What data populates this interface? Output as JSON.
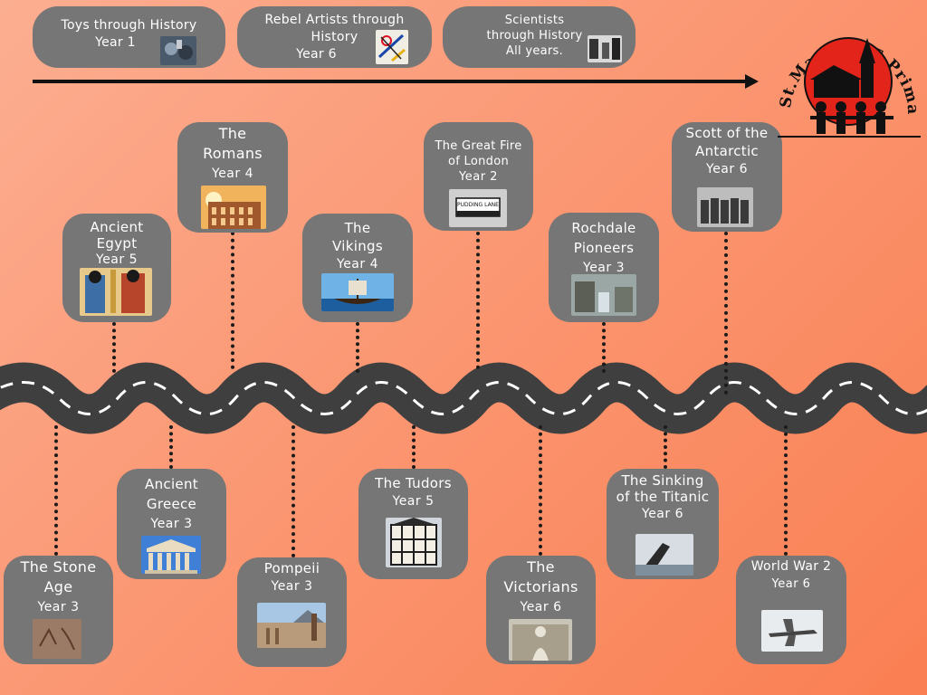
{
  "topics": [
    {
      "id": "toys",
      "title": "Toys through History",
      "year": "Year 1"
    },
    {
      "id": "rebel",
      "title": "Rebel Artists through\nHistory",
      "year": "Year 6"
    },
    {
      "id": "scientists",
      "title": "Scientists\nthrough History\nAll years.",
      "year": ""
    }
  ],
  "above": [
    {
      "id": "egypt",
      "title": "Ancient\nEgypt",
      "year": "Year 5"
    },
    {
      "id": "romans",
      "title": "The\nRomans",
      "year": "Year 4"
    },
    {
      "id": "vikings",
      "title": "The\nVikings",
      "year": "Year 4"
    },
    {
      "id": "fire",
      "title": "The Great Fire\nof London",
      "year": "Year 2"
    },
    {
      "id": "rochdale",
      "title": "Rochdale\nPioneers",
      "year": "Year 3"
    },
    {
      "id": "scott",
      "title": "Scott of the\nAntarctic",
      "year": "Year 6"
    }
  ],
  "below": [
    {
      "id": "stone",
      "title": "The Stone\nAge",
      "year": "Year 3"
    },
    {
      "id": "greece",
      "title": "Ancient\nGreece",
      "year": "Year 3"
    },
    {
      "id": "pompeii",
      "title": "Pompeii",
      "year": "Year 3"
    },
    {
      "id": "tudors",
      "title": "The Tudors",
      "year": "Year 5"
    },
    {
      "id": "victorians",
      "title": "The\nVictorians",
      "year": "Year 6"
    },
    {
      "id": "titanic",
      "title": "The Sinking\nof the Titanic",
      "year": "Year 6"
    },
    {
      "id": "ww2",
      "title": "World War 2",
      "year": "Year 6"
    }
  ],
  "logo": {
    "text": "St.Mary's CE Primary School",
    "street_sign": "PUDDING LANE"
  },
  "colors": {
    "card": "#767676",
    "road": "#3f3f3f",
    "background": "#fb9a77",
    "logo_red": "#e3241b"
  }
}
